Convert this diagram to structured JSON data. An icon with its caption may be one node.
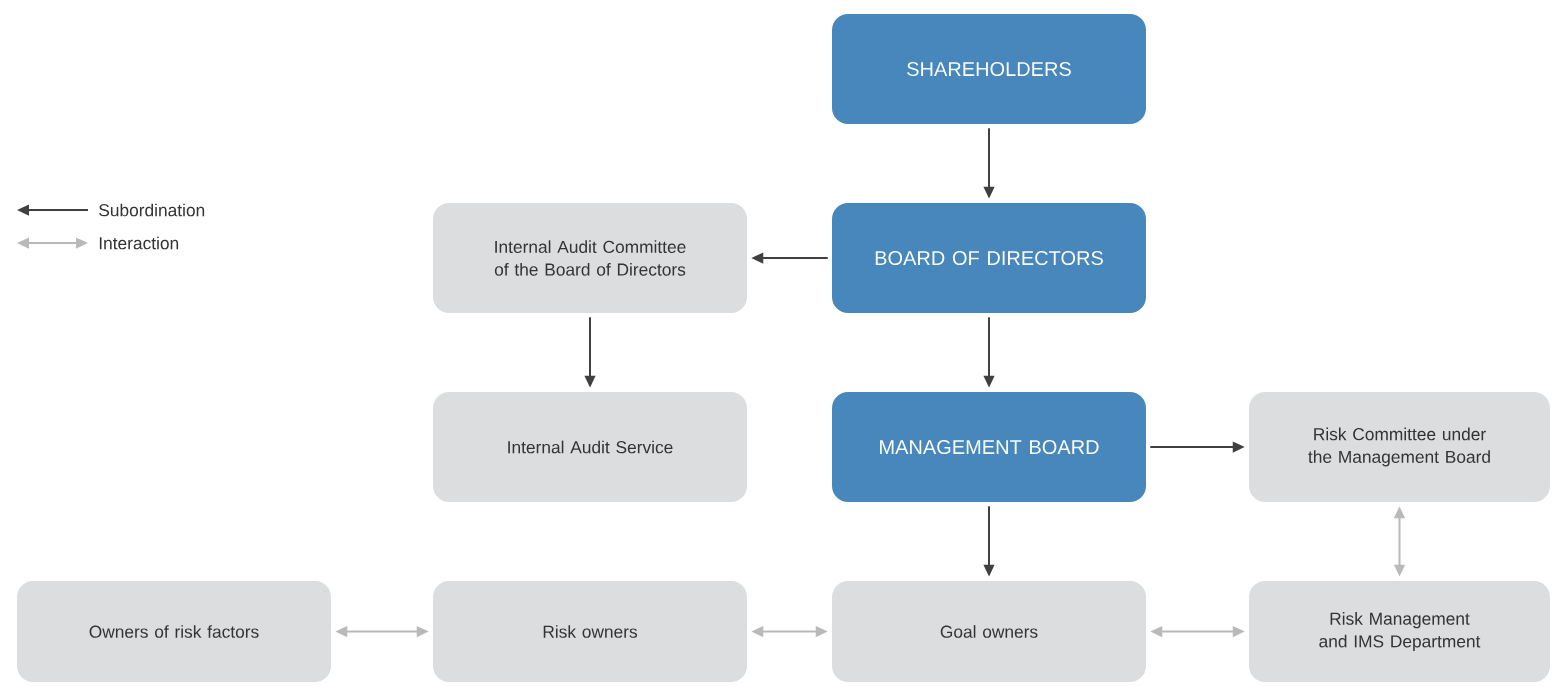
{
  "diagram": {
    "nodes": [
      {
        "text": [
          "SHAREHOLDERS"
        ]
      },
      {
        "text": [
          "BOARD OF DIRECTORS"
        ]
      },
      {
        "text": [
          "Internal Audit Committee of the Board of Directors"
        ]
      },
      {
        "text": [
          "Internal Audit Service"
        ]
      },
      {
        "text": [
          "MANAGEMENT BOARD"
        ]
      },
      {
        "text": [
          "Risk Committee under the Management Board"
        ]
      },
      {
        "text": [
          "Owners of risk factors"
        ]
      },
      {
        "text": [
          "Risk owners"
        ]
      },
      {
        "text": [
          "Goal owners"
        ]
      },
      {
        "text": [
          "Risk Management and IMS Department"
        ]
      }
    ],
    "edges": [
      {
        "from": 0,
        "to": 1,
        "arrow": "to"
      },
      {
        "from": 1,
        "to": 2,
        "arrow": "to"
      },
      {
        "from": 2,
        "to": 3,
        "arrow": "to"
      },
      {
        "from": 1,
        "to": 4,
        "arrow": "to"
      },
      {
        "from": 4,
        "to": 5,
        "arrow": "to"
      },
      {
        "from": 4,
        "to": 8,
        "arrow": "to"
      },
      {
        "from": 5,
        "to": 9,
        "arrow": "both",
        "color": "#b9b9b9"
      },
      {
        "from": 6,
        "to": 7,
        "arrow": "both",
        "color": "#b9b9b9"
      },
      {
        "from": 7,
        "to": 8,
        "arrow": "both",
        "color": "#b9b9b9"
      },
      {
        "from": 8,
        "to": 9,
        "arrow": "both",
        "color": "#b9b9b9"
      }
    ],
    "legend": [
      {
        "text": "Subordination"
      },
      {
        "text": "Interaction"
      }
    ]
  }
}
